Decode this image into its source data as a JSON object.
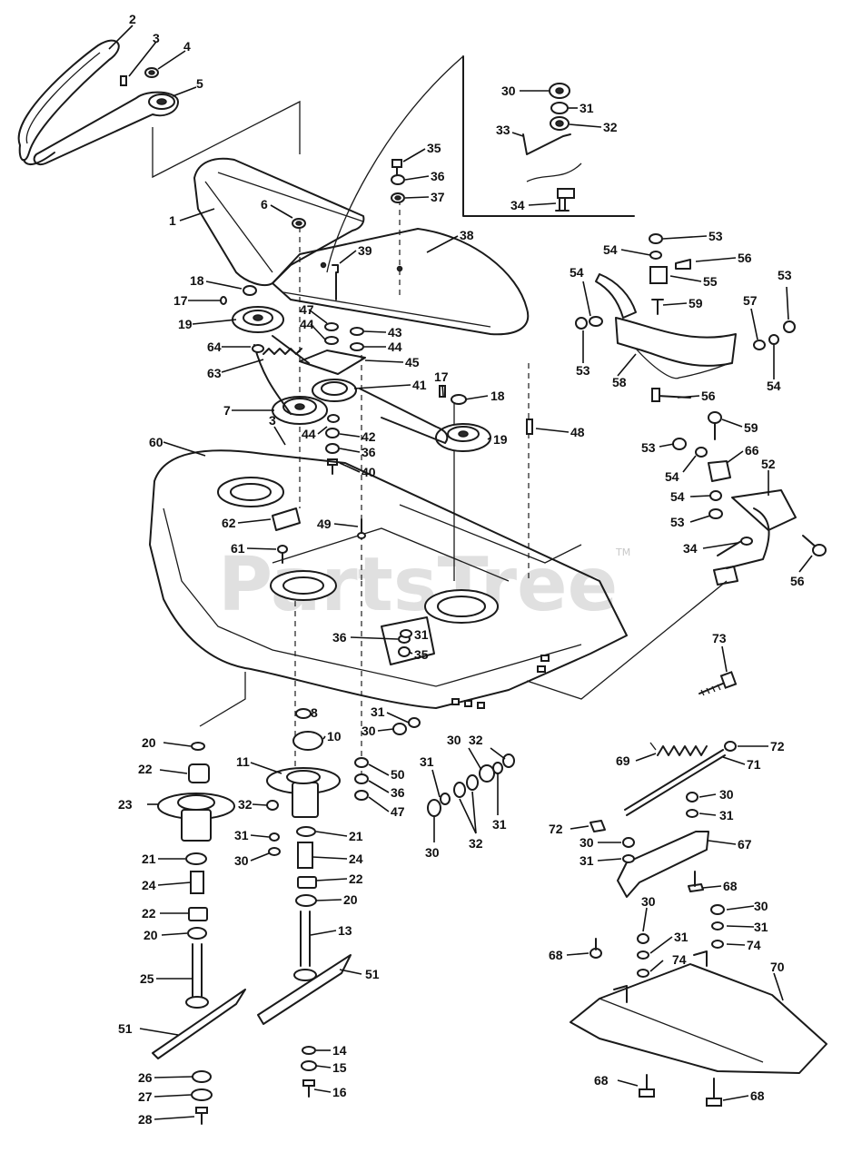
{
  "watermark": {
    "text": "PartsTree",
    "trademark": "TM"
  },
  "callouts": [
    {
      "id": "c2",
      "label": "2"
    },
    {
      "id": "c3a",
      "label": "3"
    },
    {
      "id": "c4",
      "label": "4"
    },
    {
      "id": "c5",
      "label": "5"
    },
    {
      "id": "c1",
      "label": "1"
    },
    {
      "id": "c6",
      "label": "6"
    },
    {
      "id": "c18a",
      "label": "18"
    },
    {
      "id": "c17a",
      "label": "17"
    },
    {
      "id": "c19a",
      "label": "19"
    },
    {
      "id": "c64",
      "label": "64"
    },
    {
      "id": "c63",
      "label": "63"
    },
    {
      "id": "c7",
      "label": "7"
    },
    {
      "id": "c3b",
      "label": "3"
    },
    {
      "id": "c60",
      "label": "60"
    },
    {
      "id": "c62",
      "label": "62"
    },
    {
      "id": "c61",
      "label": "61"
    },
    {
      "id": "c30a",
      "label": "30"
    },
    {
      "id": "c31a",
      "label": "31"
    },
    {
      "id": "c32a",
      "label": "32"
    },
    {
      "id": "c33",
      "label": "33"
    },
    {
      "id": "c34a",
      "label": "34"
    },
    {
      "id": "c35a",
      "label": "35"
    },
    {
      "id": "c36a",
      "label": "36"
    },
    {
      "id": "c37",
      "label": "37"
    },
    {
      "id": "c38",
      "label": "38"
    },
    {
      "id": "c39",
      "label": "39"
    },
    {
      "id": "c47a",
      "label": "47"
    },
    {
      "id": "c44a",
      "label": "44"
    },
    {
      "id": "c43",
      "label": "43"
    },
    {
      "id": "c44b",
      "label": "44"
    },
    {
      "id": "c45",
      "label": "45"
    },
    {
      "id": "c41",
      "label": "41"
    },
    {
      "id": "c17b",
      "label": "17"
    },
    {
      "id": "c18b",
      "label": "18"
    },
    {
      "id": "c19b",
      "label": "19"
    },
    {
      "id": "c44c",
      "label": "44"
    },
    {
      "id": "c42",
      "label": "42"
    },
    {
      "id": "c36b",
      "label": "36"
    },
    {
      "id": "c40",
      "label": "40"
    },
    {
      "id": "c48",
      "label": "48"
    },
    {
      "id": "c49",
      "label": "49"
    },
    {
      "id": "c53a",
      "label": "53"
    },
    {
      "id": "c54a",
      "label": "54"
    },
    {
      "id": "c56a",
      "label": "56"
    },
    {
      "id": "c54b",
      "label": "54"
    },
    {
      "id": "c55",
      "label": "55"
    },
    {
      "id": "c53b",
      "label": "53"
    },
    {
      "id": "c59a",
      "label": "59"
    },
    {
      "id": "c57",
      "label": "57"
    },
    {
      "id": "c53c",
      "label": "53"
    },
    {
      "id": "c58",
      "label": "58"
    },
    {
      "id": "c54c",
      "label": "54"
    },
    {
      "id": "c56b",
      "label": "56"
    },
    {
      "id": "c59b",
      "label": "59"
    },
    {
      "id": "c53d",
      "label": "53"
    },
    {
      "id": "c66",
      "label": "66"
    },
    {
      "id": "c54d",
      "label": "54"
    },
    {
      "id": "c52",
      "label": "52"
    },
    {
      "id": "c54e",
      "label": "54"
    },
    {
      "id": "c53e",
      "label": "53"
    },
    {
      "id": "c34b",
      "label": "34"
    },
    {
      "id": "c56c",
      "label": "56"
    },
    {
      "id": "c36c",
      "label": "36"
    },
    {
      "id": "c31b",
      "label": "31"
    },
    {
      "id": "c35b",
      "label": "35"
    },
    {
      "id": "c73",
      "label": "73"
    },
    {
      "id": "c20a",
      "label": "20"
    },
    {
      "id": "c8",
      "label": "8"
    },
    {
      "id": "c10",
      "label": "10"
    },
    {
      "id": "c31c",
      "label": "31"
    },
    {
      "id": "c30b",
      "label": "30"
    },
    {
      "id": "c22a",
      "label": "22"
    },
    {
      "id": "c11",
      "label": "11"
    },
    {
      "id": "c50",
      "label": "50"
    },
    {
      "id": "c36d",
      "label": "36"
    },
    {
      "id": "c47b",
      "label": "47"
    },
    {
      "id": "c23",
      "label": "23"
    },
    {
      "id": "c32b",
      "label": "32"
    },
    {
      "id": "c21a",
      "label": "21"
    },
    {
      "id": "c31d",
      "label": "31"
    },
    {
      "id": "c30c",
      "label": "30"
    },
    {
      "id": "c21b",
      "label": "21"
    },
    {
      "id": "c24a",
      "label": "24"
    },
    {
      "id": "c24b",
      "label": "24"
    },
    {
      "id": "c22b",
      "label": "22"
    },
    {
      "id": "c22c",
      "label": "22"
    },
    {
      "id": "c20b",
      "label": "20"
    },
    {
      "id": "c20c",
      "label": "20"
    },
    {
      "id": "c13",
      "label": "13"
    },
    {
      "id": "c25",
      "label": "25"
    },
    {
      "id": "c51a",
      "label": "51"
    },
    {
      "id": "c51b",
      "label": "51"
    },
    {
      "id": "c14",
      "label": "14"
    },
    {
      "id": "c15",
      "label": "15"
    },
    {
      "id": "c16",
      "label": "16"
    },
    {
      "id": "c26",
      "label": "26"
    },
    {
      "id": "c27",
      "label": "27"
    },
    {
      "id": "c28",
      "label": "28"
    },
    {
      "id": "c30d",
      "label": "30"
    },
    {
      "id": "c32c",
      "label": "32"
    },
    {
      "id": "c31e",
      "label": "31"
    },
    {
      "id": "c31f",
      "label": "31"
    },
    {
      "id": "c30e",
      "label": "30"
    },
    {
      "id": "c32d",
      "label": "32"
    },
    {
      "id": "c69",
      "label": "69"
    },
    {
      "id": "c72a",
      "label": "72"
    },
    {
      "id": "c71",
      "label": "71"
    },
    {
      "id": "c30f",
      "label": "30"
    },
    {
      "id": "c31g",
      "label": "31"
    },
    {
      "id": "c72b",
      "label": "72"
    },
    {
      "id": "c30g",
      "label": "30"
    },
    {
      "id": "c31h",
      "label": "31"
    },
    {
      "id": "c67",
      "label": "67"
    },
    {
      "id": "c68a",
      "label": "68"
    },
    {
      "id": "c30h",
      "label": "30"
    },
    {
      "id": "c30i",
      "label": "30"
    },
    {
      "id": "c31i",
      "label": "31"
    },
    {
      "id": "c31j",
      "label": "31"
    },
    {
      "id": "c74a",
      "label": "74"
    },
    {
      "id": "c74b",
      "label": "74"
    },
    {
      "id": "c68b",
      "label": "68"
    },
    {
      "id": "c70",
      "label": "70"
    },
    {
      "id": "c68c",
      "label": "68"
    },
    {
      "id": "c68d",
      "label": "68"
    }
  ]
}
